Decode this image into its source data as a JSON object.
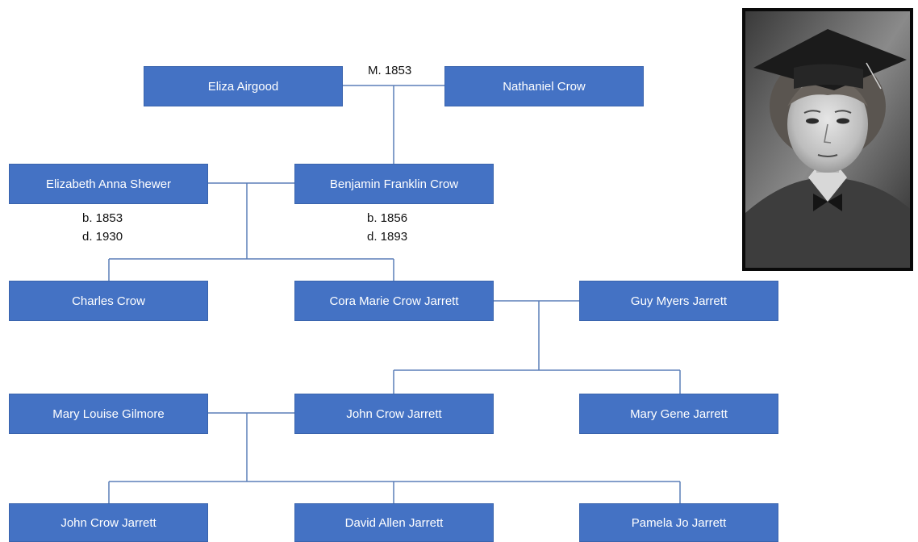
{
  "marriage_label": "M. 1853",
  "people": {
    "eliza_airgood": "Eliza Airgood",
    "nathaniel_crow": "Nathaniel Crow",
    "elizabeth_anna_shewer": "Elizabeth Anna Shewer",
    "benjamin_franklin_crow": "Benjamin Franklin Crow",
    "charles_crow": "Charles Crow",
    "cora_marie_crow_jarrett": "Cora Marie Crow Jarrett",
    "guy_myers_jarrett": "Guy Myers Jarrett",
    "mary_louise_gilmore": "Mary Louise Gilmore",
    "john_crow_jarrett": "John Crow Jarrett",
    "mary_gene_jarrett": "Mary Gene Jarrett",
    "john_crow_jarrett_jr": "John Crow Jarrett",
    "david_allen_jarrett": "David Allen Jarrett",
    "pamela_jo_jarrett": "Pamela Jo Jarrett"
  },
  "dates": {
    "elizabeth_birth": "b. 1853",
    "elizabeth_death": "d. 1930",
    "benjamin_birth": "b. 1856",
    "benjamin_death": "d. 1893"
  },
  "colors": {
    "box_fill": "#4472c4",
    "connector": "#5b7fb8",
    "text_on_box": "#ffffff"
  },
  "photo": {
    "icon": "portrait-photo"
  }
}
